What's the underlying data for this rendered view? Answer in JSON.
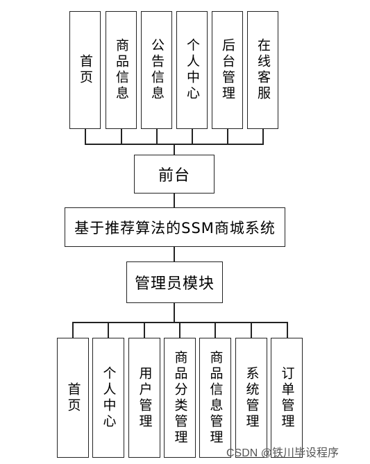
{
  "front": {
    "items": [
      "首页",
      "商品信息",
      "公告信息",
      "个人中心",
      "后台管理",
      "在线客服"
    ],
    "label": "前台"
  },
  "system_title": "基于推荐算法的SSM商城系统",
  "admin": {
    "label": "管理员模块",
    "items": [
      "首页",
      "个人中心",
      "用户管理",
      "商品分类管理",
      "商品信息管理",
      "系统管理",
      "订单管理"
    ]
  },
  "watermark": "CSDN @铁川毕设程序"
}
